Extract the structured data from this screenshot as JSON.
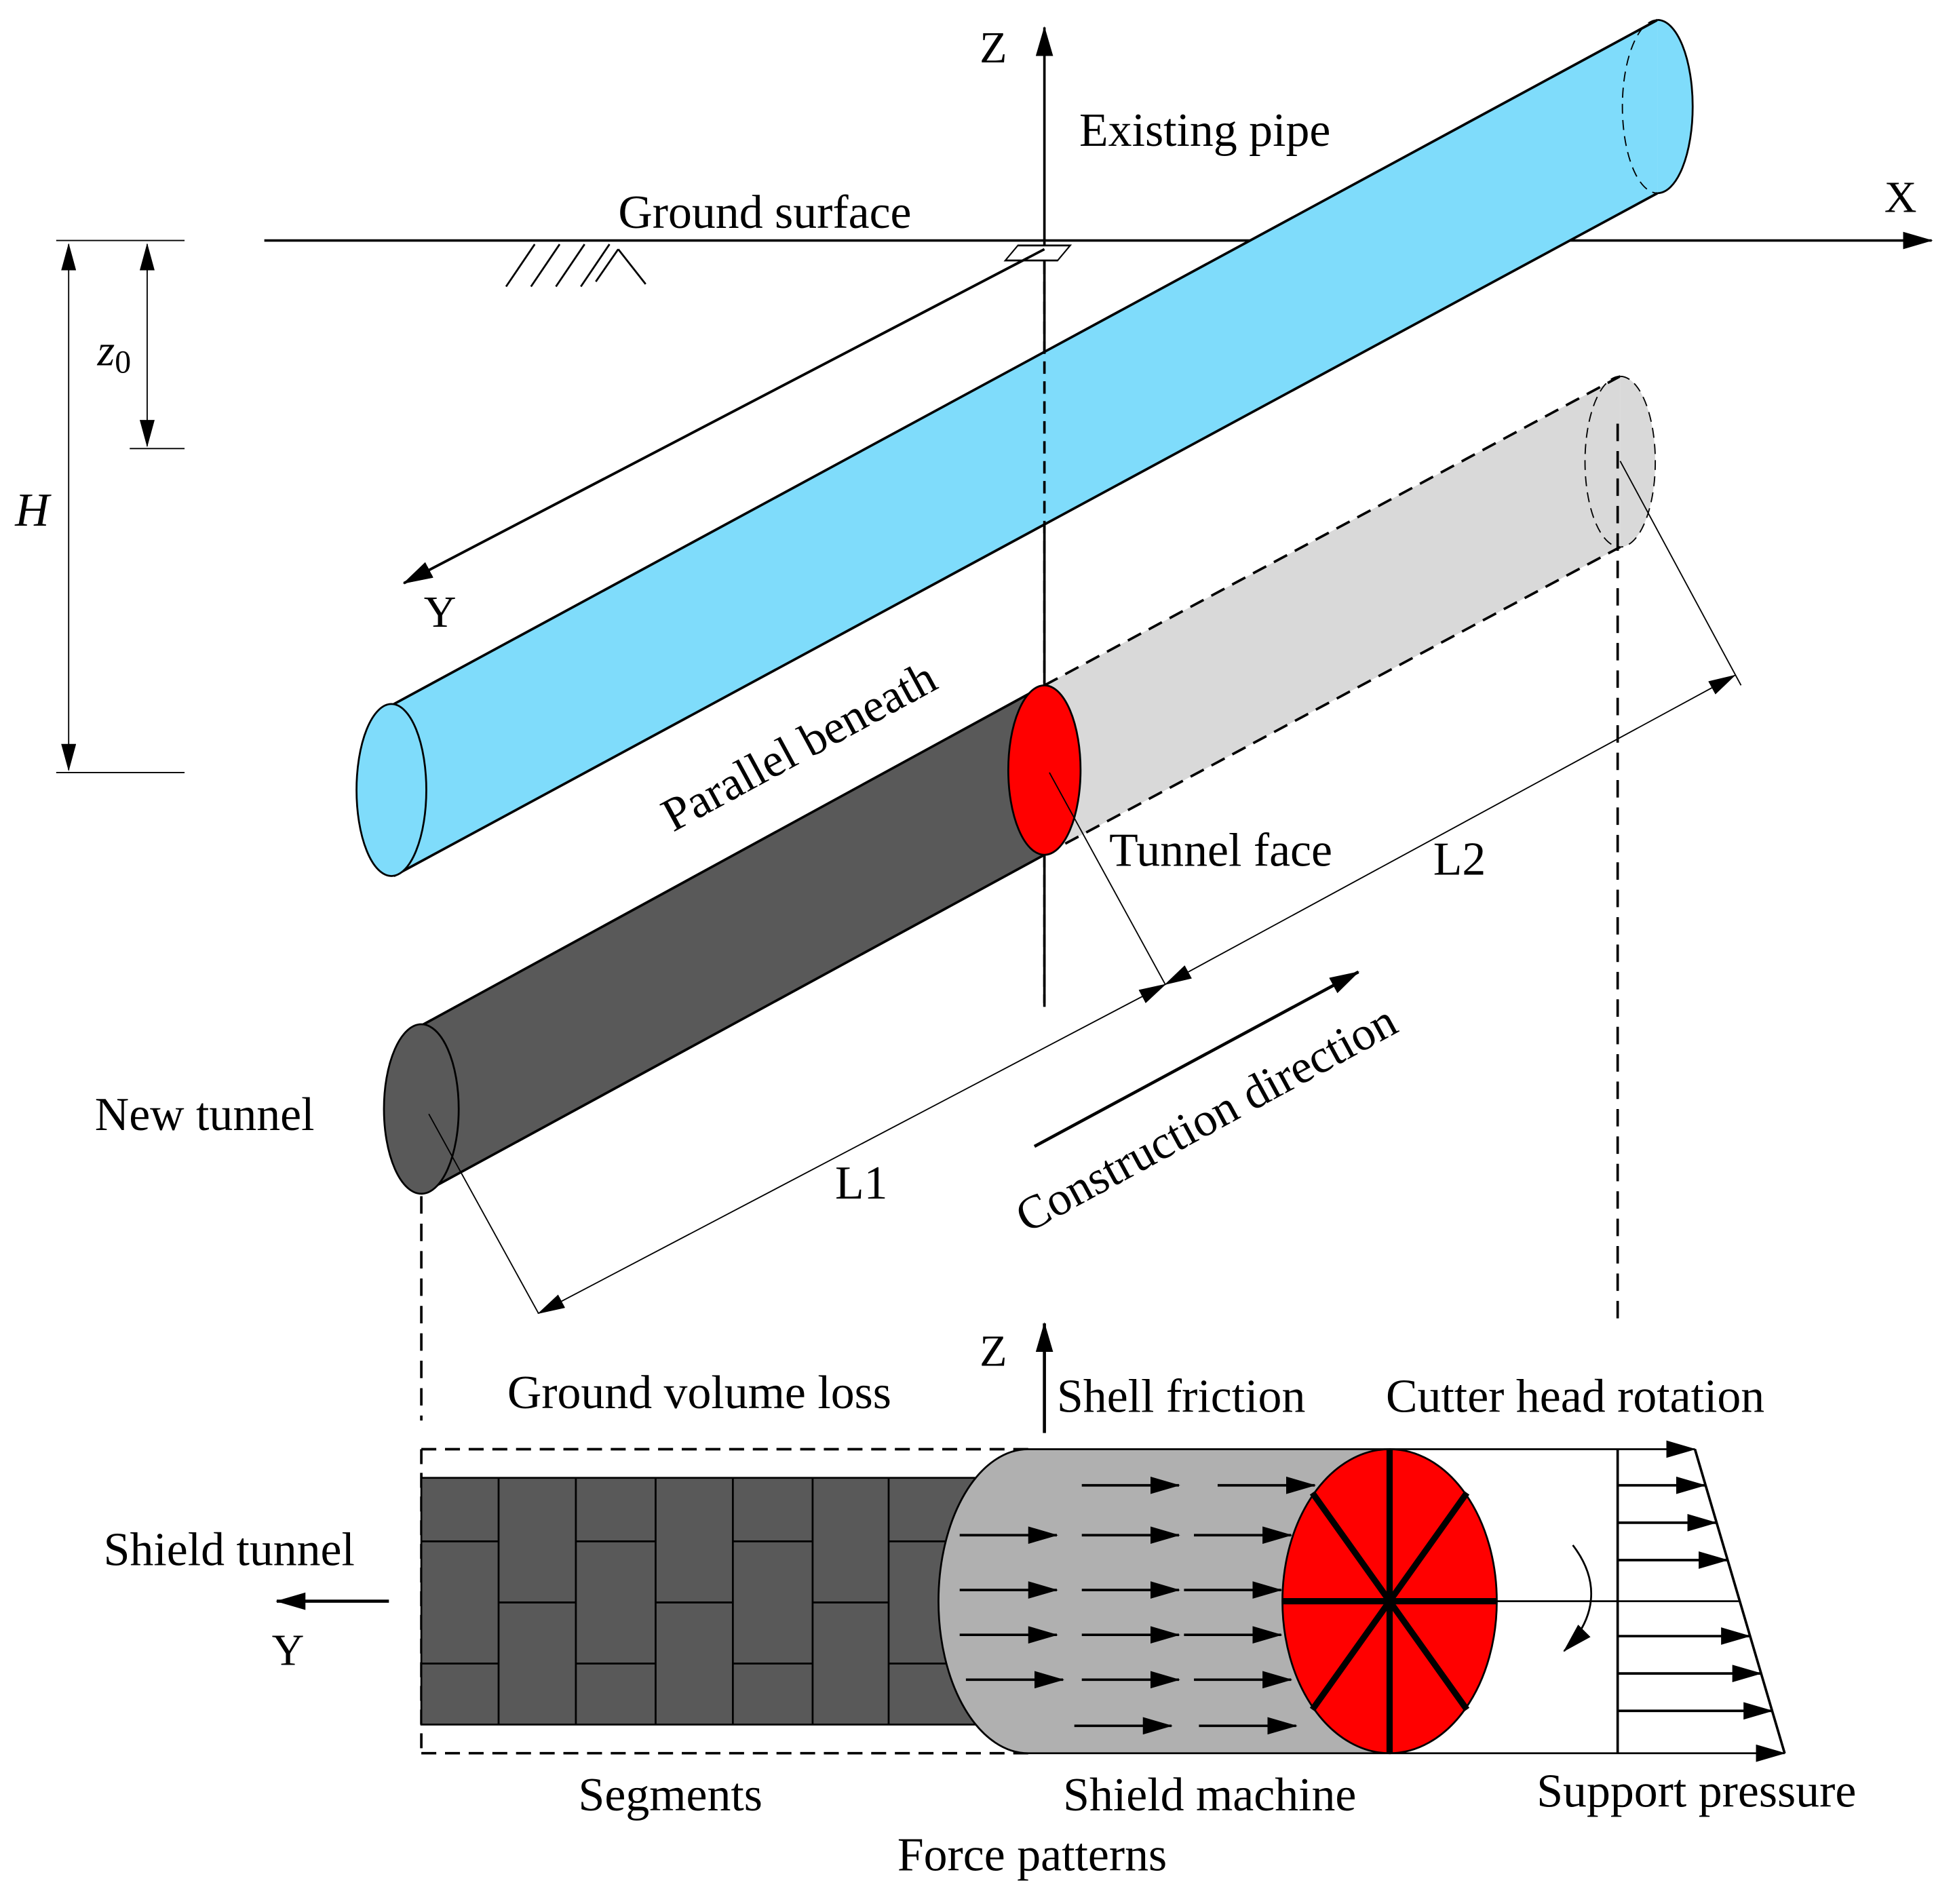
{
  "axes_top": {
    "z": "Z",
    "x": "X",
    "y": "Y"
  },
  "axes_bottom": {
    "z": "Z",
    "y": "Y"
  },
  "labels": {
    "existing_pipe": "Existing pipe",
    "ground_surface": "Ground surface",
    "parallel_beneath": "Parallel beneath",
    "tunnel_face": "Tunnel face",
    "new_tunnel": "New tunnel",
    "construction_direction": "Construction direction",
    "ground_volume_loss": "Ground volume loss",
    "shell_friction": "Shell friction",
    "cutter_head_rotation": "Cutter head rotation",
    "shield_tunnel": "Shield tunnel",
    "segments": "Segments",
    "shield_machine": "Shield machine",
    "support_pressure": "Support pressure",
    "force_patterns": "Force patterns"
  },
  "dimensions": {
    "z0_var": "z",
    "z0_sub": "0",
    "h": "H",
    "l1": "L1",
    "l2": "L2"
  },
  "colors": {
    "existing_pipe": "#7fdcfb",
    "new_tunnel_built": "#595959",
    "new_tunnel_planned": "#d9d9d9",
    "tunnel_face": "#ff0000",
    "segments": "#595959",
    "shield_machine": "#b0b0b0"
  }
}
